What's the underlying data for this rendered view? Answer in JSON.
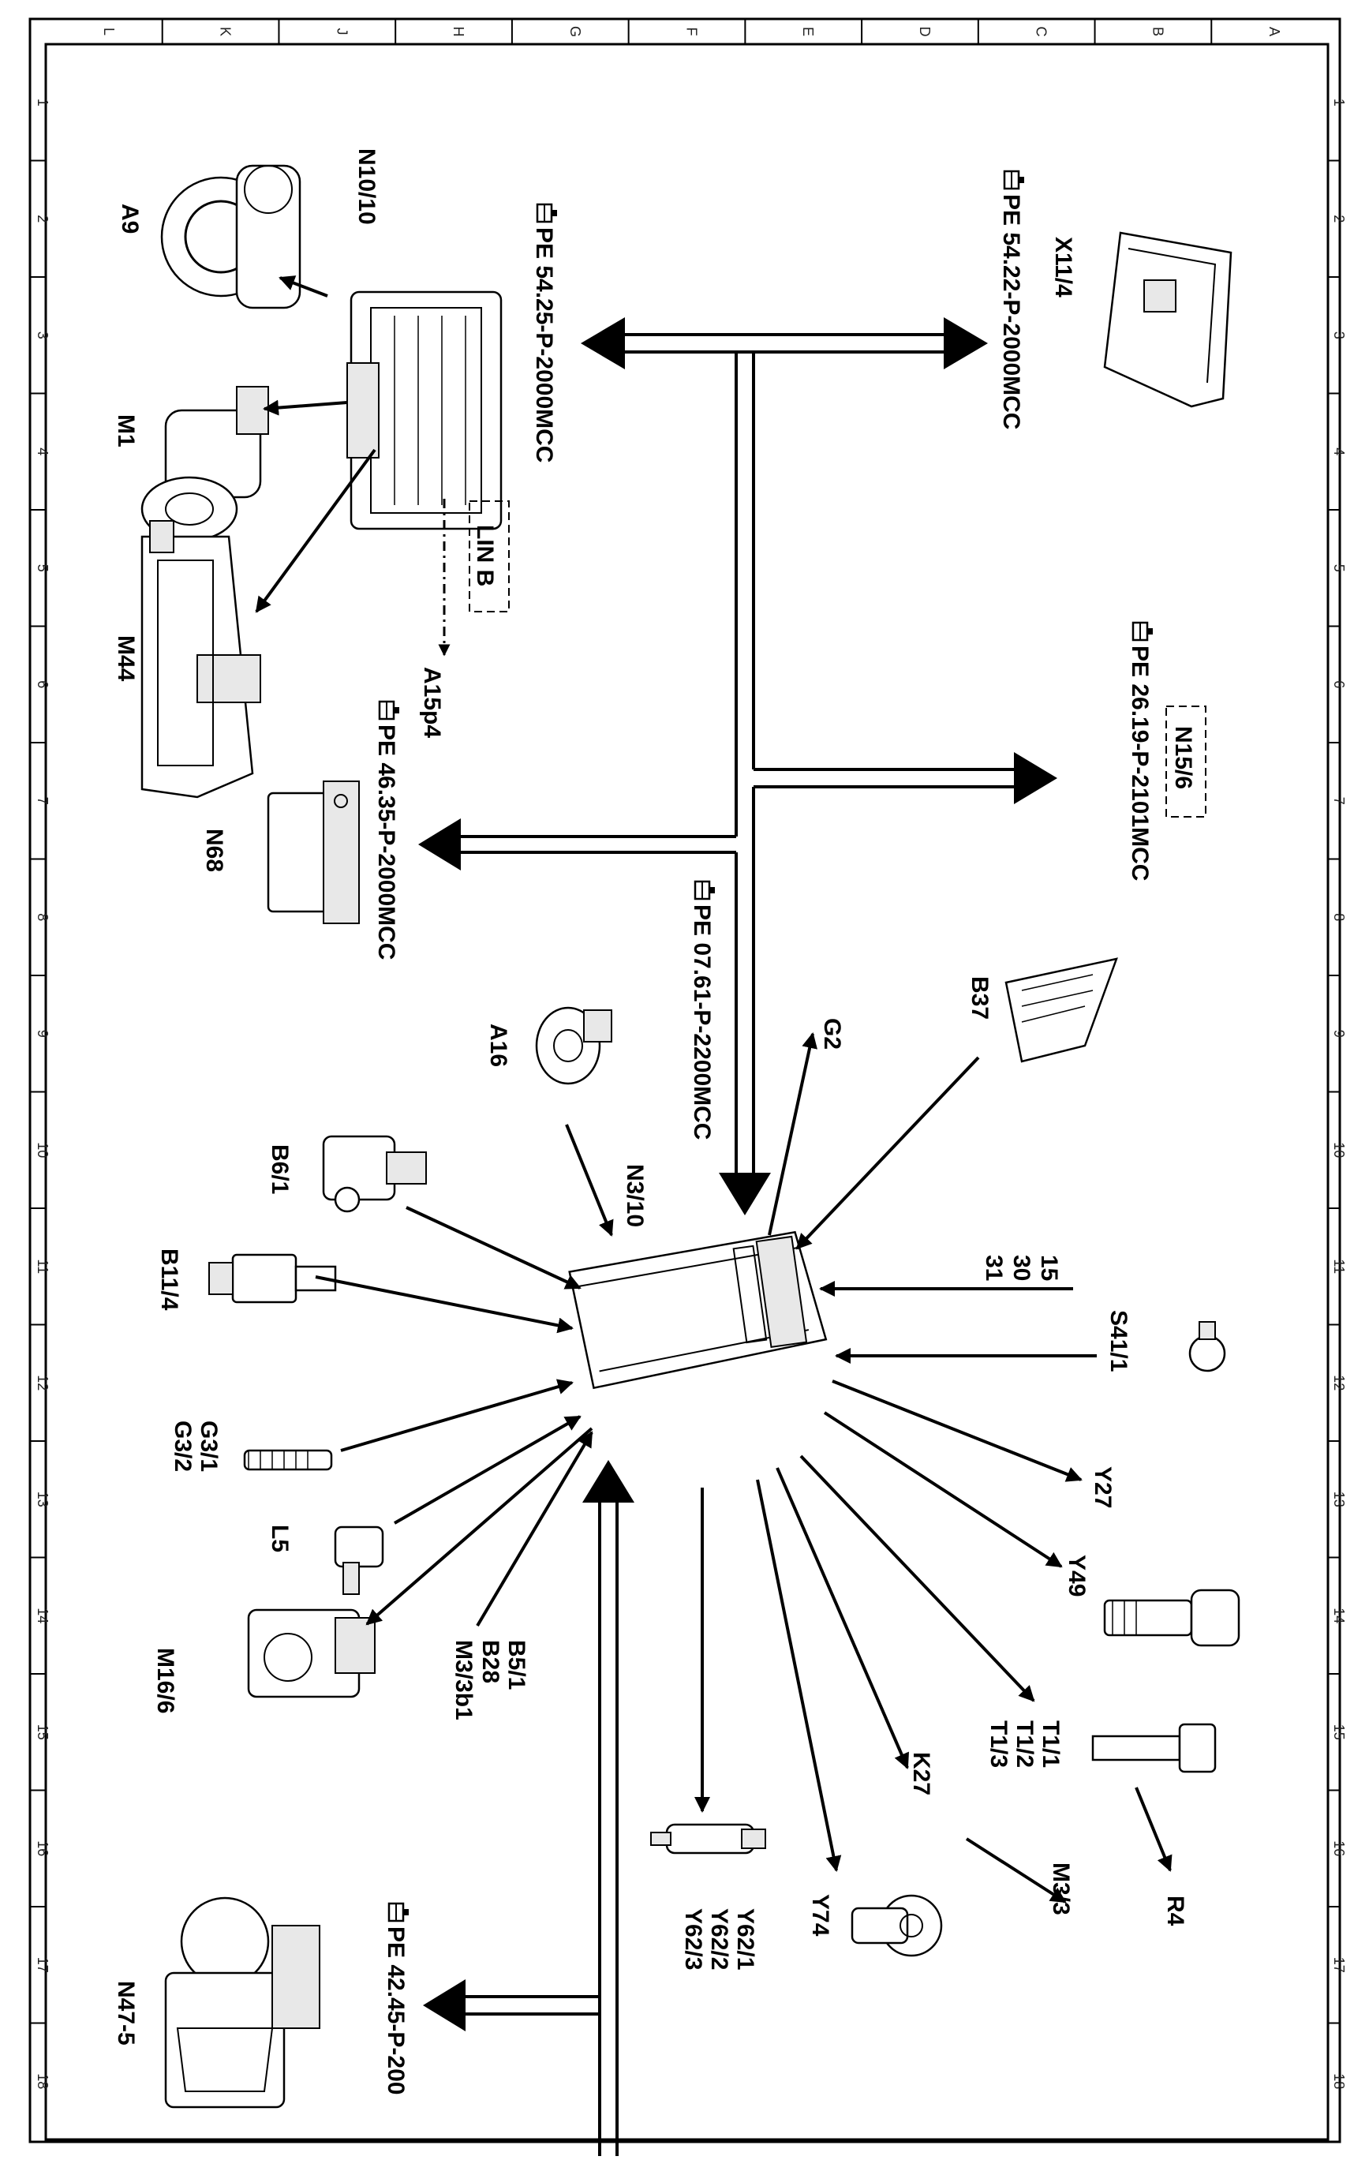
{
  "frame": {
    "column_letters": [
      "L",
      "K",
      "J",
      "H",
      "G",
      "F",
      "E",
      "D",
      "C",
      "B",
      "A"
    ],
    "row_numbers": [
      "1",
      "2",
      "3",
      "4",
      "5",
      "6",
      "7",
      "8",
      "9",
      "10",
      "11",
      "12",
      "13",
      "14",
      "15",
      "16",
      "17",
      "18"
    ]
  },
  "references": {
    "ref_54_25": "PE 54.25-P-2000MCC",
    "ref_54_22": "PE 54.22-P-2000MCC",
    "ref_26_19": "PE 26.19-P-2101MCC",
    "ref_46_35": "PE 46.35-P-2000MCC",
    "ref_07_61": "PE 07.61-P-2200MCC",
    "ref_42_45": "PE 42.45-P-200"
  },
  "labels": {
    "n10_10": "N10/10",
    "a9": "A9",
    "m1": "M1",
    "m44": "M44",
    "lin_b": "LIN B",
    "a15p4": "A15p4",
    "x11_4": "X11/4",
    "n15_6": "N15/6",
    "n68": "N68",
    "a16": "A16",
    "n3_10": "N3/10",
    "g2": "G2",
    "b37": "B37",
    "b6_1": "B6/1",
    "b11_4": "B11/4",
    "t15": "15",
    "t30": "30",
    "t31": "31",
    "s41_1": "S41/1",
    "g3_1": "G3/1",
    "g3_2": "G3/2",
    "l5": "L5",
    "y27": "Y27",
    "m16_6": "M16/6",
    "y49": "Y49",
    "b5_1": "B5/1",
    "b28": "B28",
    "m3_3b1": "M3/3b1",
    "t1_1": "T1/1",
    "t1_2": "T1/2",
    "t1_3": "T1/3",
    "k27": "K27",
    "r4": "R4",
    "m3_3": "M3/3",
    "y62_1": "Y62/1",
    "y62_2": "Y62/2",
    "y62_3": "Y62/3",
    "y74": "Y74",
    "n47_5": "N47-5"
  },
  "icons": {
    "book": "book-pointer-icon"
  }
}
